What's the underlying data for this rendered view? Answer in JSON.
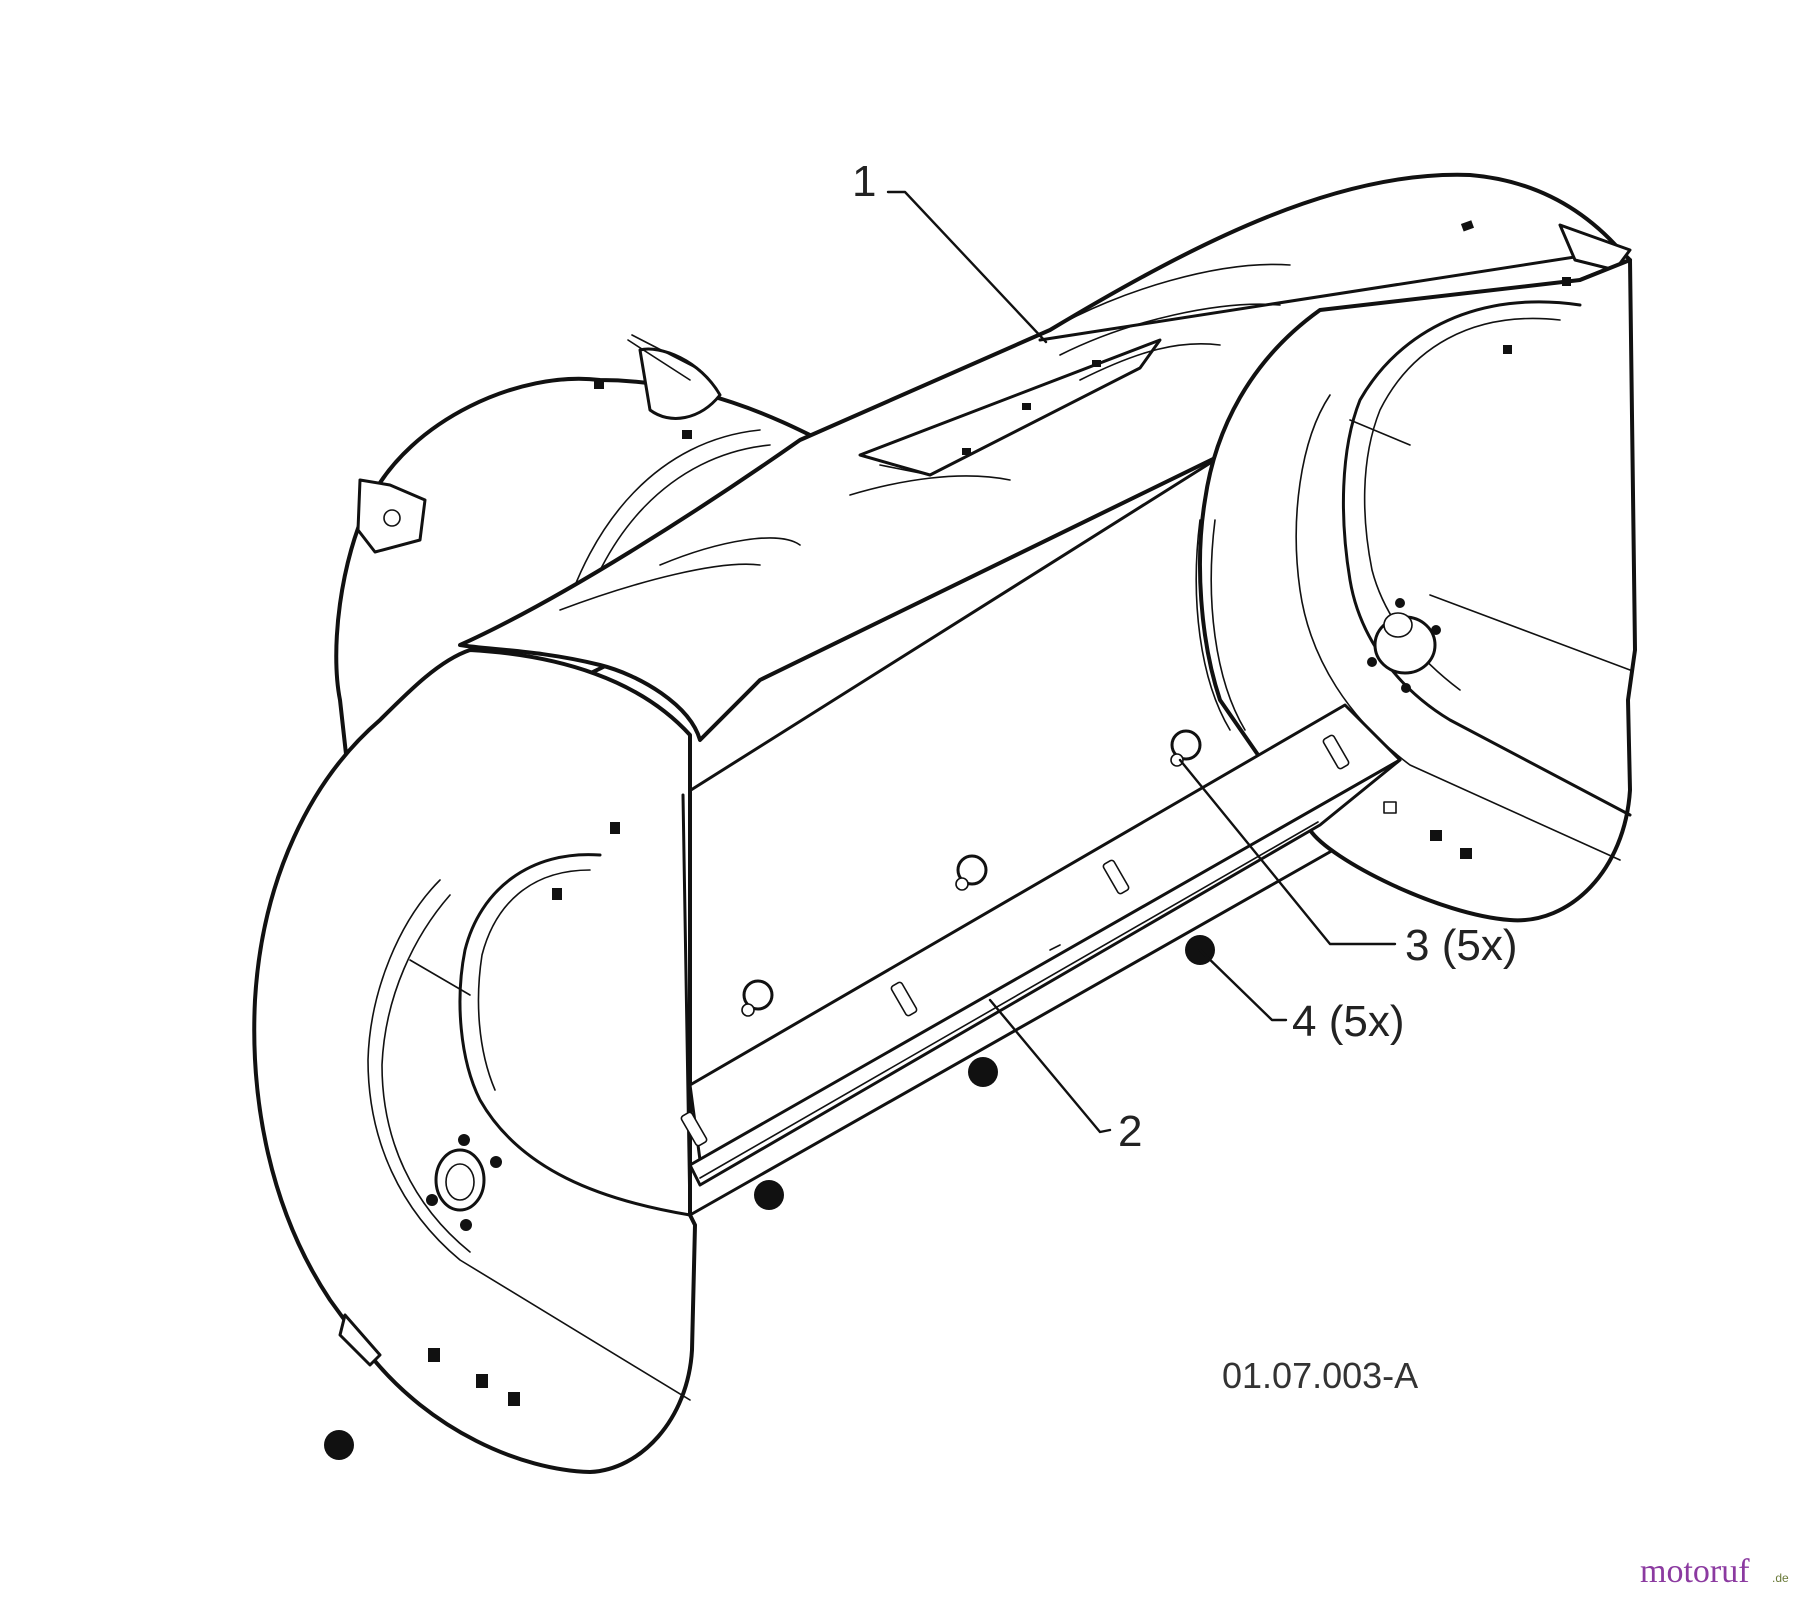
{
  "callouts": {
    "c1": "1",
    "c2": "2",
    "c3": "3 (5x)",
    "c4": "4 (5x)"
  },
  "drawing_code": "01.07.003-A",
  "watermark": {
    "text": "motoruf",
    "suffix": ".de",
    "colors": {
      "main": "#8b3aa0",
      "accent": "#c79a2a"
    }
  }
}
